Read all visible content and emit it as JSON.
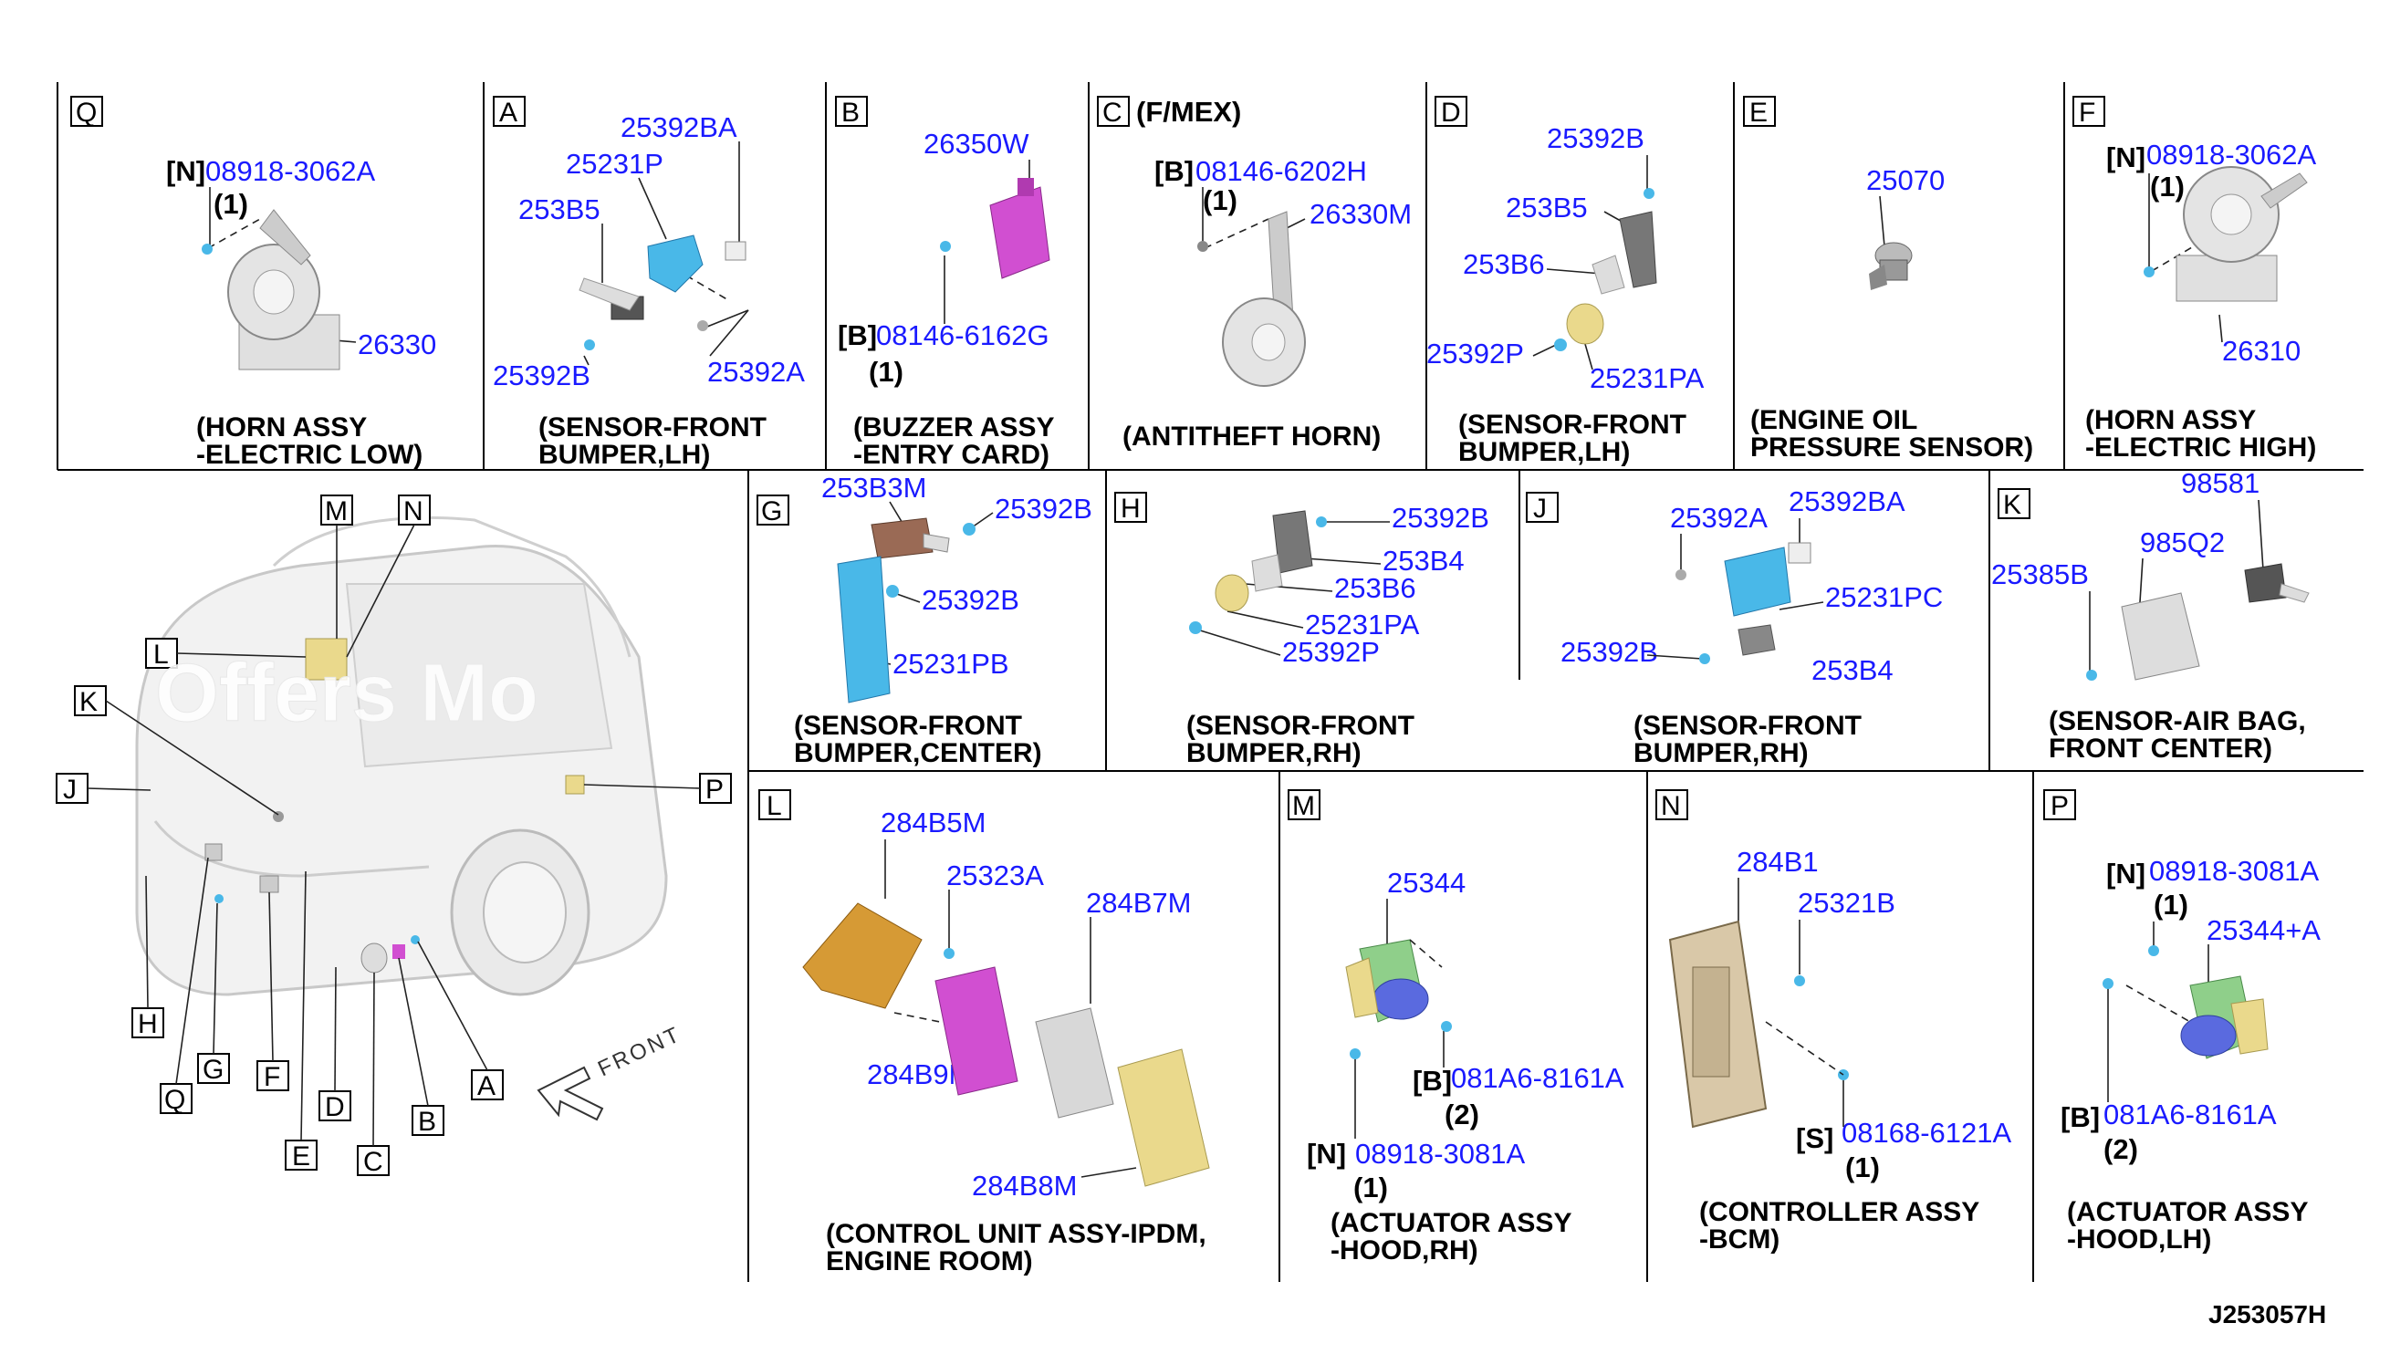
{
  "diagram_code": "J253057H",
  "watermark": "Offers Mo",
  "front_label": "FRONT",
  "overview_tags": [
    "M",
    "N",
    "L",
    "K",
    "J",
    "P",
    "H",
    "G",
    "Q",
    "F",
    "E",
    "D",
    "C",
    "B",
    "A"
  ],
  "cells": {
    "Q": {
      "tag": "Q",
      "caption1": "(HORN ASSY",
      "caption2": "-ELECTRIC LOW)",
      "parts": [
        "08918-3062A",
        "26330"
      ],
      "brackets": [
        "[N]"
      ],
      "qty": [
        "(1)"
      ]
    },
    "A": {
      "tag": "A",
      "caption1": "(SENSOR-FRONT",
      "caption2": "BUMPER,LH)",
      "parts": [
        "25392BA",
        "25231P",
        "253B5",
        "25392B",
        "25392A"
      ]
    },
    "B": {
      "tag": "B",
      "caption1": "(BUZZER ASSY",
      "caption2": "-ENTRY CARD)",
      "parts": [
        "26350W",
        "08146-6162G"
      ],
      "brackets": [
        "[B]"
      ],
      "qty": [
        "(1)"
      ]
    },
    "C": {
      "tag": "C",
      "note": "(F/MEX)",
      "caption1": "(ANTITHEFT HORN)",
      "parts": [
        "08146-6202H",
        "26330M"
      ],
      "brackets": [
        "[B]"
      ],
      "qty": [
        "(1)"
      ]
    },
    "D": {
      "tag": "D",
      "caption1": "(SENSOR-FRONT",
      "caption2": "BUMPER,LH)",
      "parts": [
        "25392B",
        "253B5",
        "253B6",
        "25392P",
        "25231PA"
      ]
    },
    "E": {
      "tag": "E",
      "caption1": "(ENGINE OIL",
      "caption2": "PRESSURE SENSOR)",
      "parts": [
        "25070"
      ]
    },
    "F": {
      "tag": "F",
      "caption1": "(HORN ASSY",
      "caption2": "-ELECTRIC HIGH)",
      "parts": [
        "08918-3062A",
        "26310"
      ],
      "brackets": [
        "[N]"
      ],
      "qty": [
        "(1)"
      ]
    },
    "G": {
      "tag": "G",
      "caption1": "(SENSOR-FRONT",
      "caption2": "BUMPER,CENTER)",
      "parts": [
        "253B3M",
        "25392B",
        "25392B",
        "25231PB"
      ]
    },
    "H": {
      "tag": "H",
      "caption1": "(SENSOR-FRONT",
      "caption2": "BUMPER,RH)",
      "parts": [
        "25392B",
        "253B4",
        "253B6",
        "25231PA",
        "25392P"
      ]
    },
    "J": {
      "tag": "J",
      "caption1": "(SENSOR-FRONT",
      "caption2": "BUMPER,RH)",
      "parts": [
        "25392A",
        "25392BA",
        "25231PC",
        "25392B",
        "253B4"
      ]
    },
    "K": {
      "tag": "K",
      "caption1": "(SENSOR-AIR BAG,",
      "caption2": "FRONT CENTER)",
      "parts": [
        "98581",
        "985Q2",
        "25385B"
      ]
    },
    "L": {
      "tag": "L",
      "caption1": "(CONTROL UNIT ASSY-IPDM,",
      "caption2": "ENGINE ROOM)",
      "parts": [
        "284B5M",
        "25323A",
        "284B7M",
        "284B9M",
        "284B8M"
      ]
    },
    "M": {
      "tag": "M",
      "caption1": "(ACTUATOR ASSY",
      "caption2": "-HOOD,RH)",
      "parts": [
        "25344",
        "081A6-8161A",
        "08918-3081A"
      ],
      "brackets": [
        "[B]",
        "[N]"
      ],
      "qty": [
        "(2)",
        "(1)"
      ]
    },
    "N": {
      "tag": "N",
      "caption1": "(CONTROLLER ASSY",
      "caption2": "-BCM)",
      "parts": [
        "284B1",
        "25321B",
        "08168-6121A"
      ],
      "brackets": [
        "[S]"
      ],
      "qty": [
        "(1)"
      ]
    },
    "P": {
      "tag": "P",
      "caption1": "(ACTUATOR ASSY",
      "caption2": "-HOOD,LH)",
      "parts": [
        "08918-3081A",
        "25344+A",
        "081A6-8161A"
      ],
      "brackets": [
        "[N]",
        "[B]"
      ],
      "qty": [
        "(1)",
        "(2)"
      ]
    }
  },
  "colors": {
    "part_number": "#1a1aff",
    "highlight_blue": "#49b8e8",
    "highlight_magenta": "#d14fd1",
    "highlight_yellow": "#ead98c",
    "highlight_orange": "#d69a35"
  }
}
